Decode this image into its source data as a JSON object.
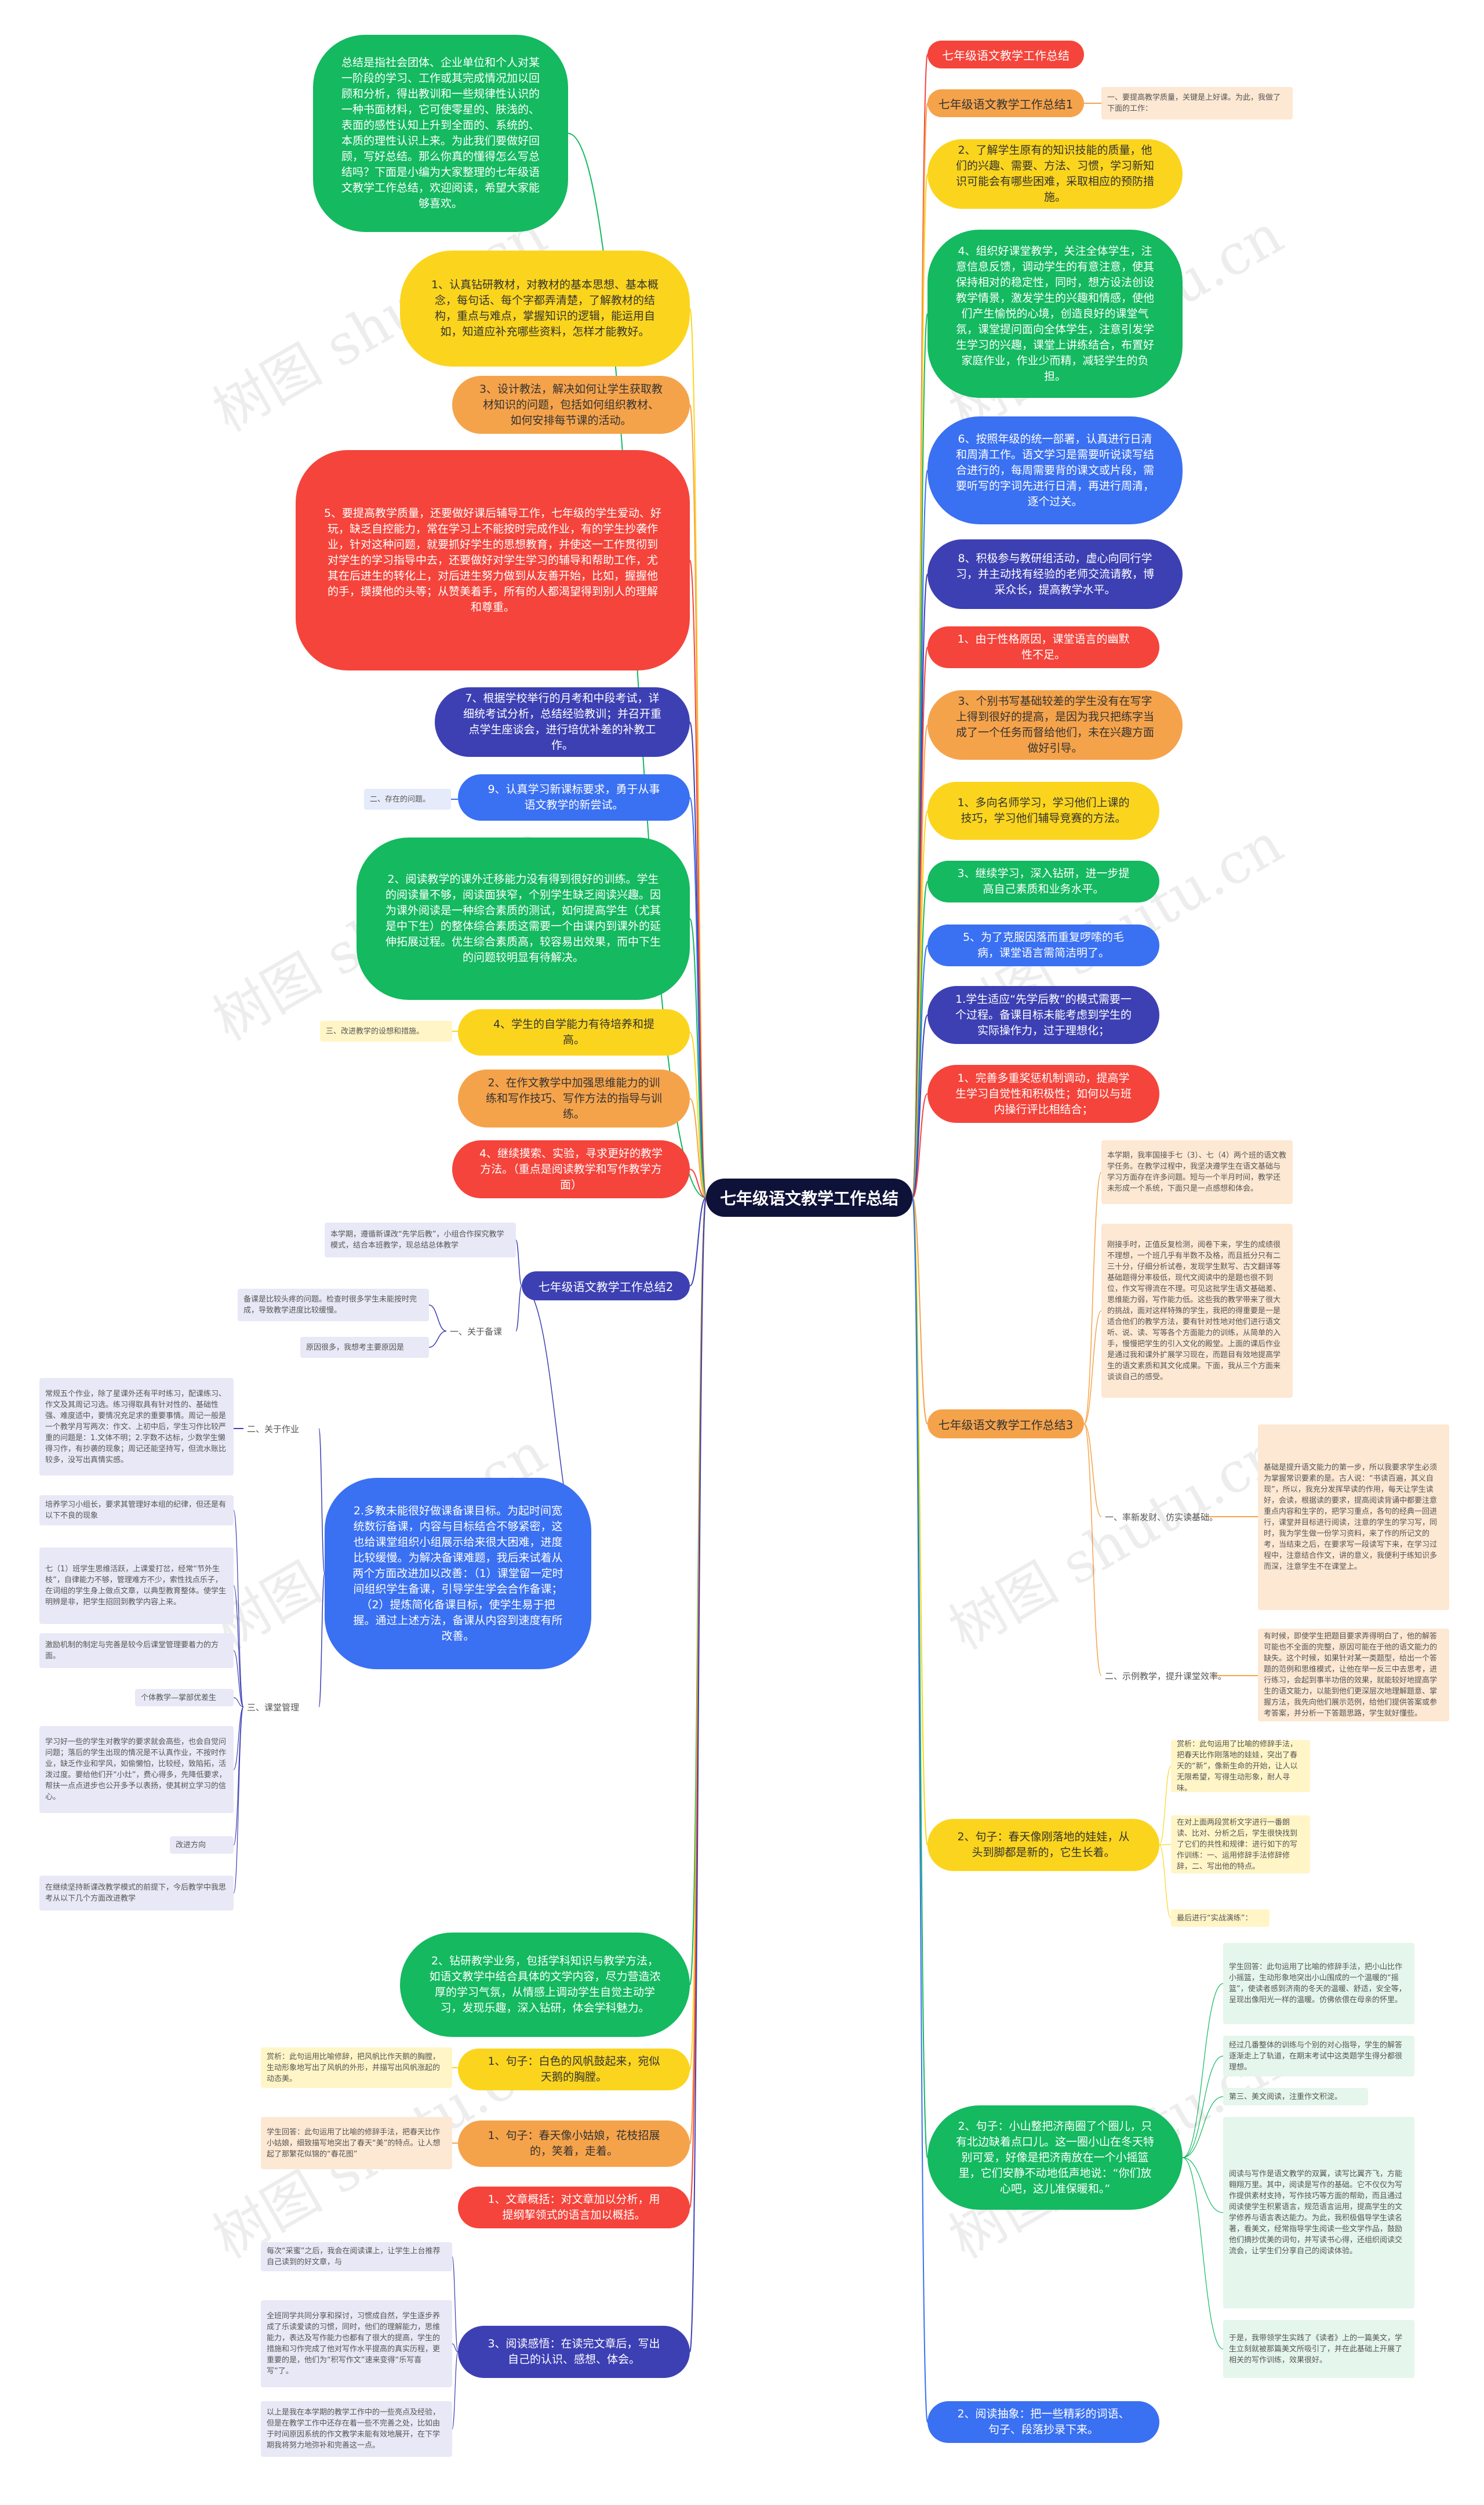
{
  "colors": {
    "red": "#f5443b",
    "orange": "#f5a34b",
    "yellow": "#fbd51d",
    "green": "#14b960",
    "blue": "#3a70f2",
    "indigo": "#3d40b3",
    "root": "#0f1238",
    "note_yellow": "#fff5c7",
    "note_orange": "#fde8d3",
    "note_green": "#e5f6ec",
    "note_blue": "#e6ebfb",
    "note_indigo": "#e8e8f6"
  },
  "watermark": "树图 shutu.cn",
  "root": {
    "label": "七年级语文教学工作总结"
  },
  "left_nodes": [
    {
      "text": "总结是指社会团体、企业单位和个人对某一阶段的学习、工作或其完成情况加以回顾和分析，得出教训和一些规律性认识的一种书面材料，它可使零星的、肤浅的、表面的感性认知上升到全面的、系统的、本质的理性认识上来。为此我们要做好回顾，写好总结。那么你真的懂得怎么写总结吗？下面是小编为大家整理的七年级语文教学工作总结，欢迎阅读，希望大家能够喜欢。"
    },
    {
      "text": "1、认真钻研教材，对教材的基本思想、基本概念，每句话、每个字都弄清楚，了解教材的结构，重点与难点，掌握知识的逻辑，能运用自如，知道应补充哪些资料，怎样才能教好。"
    },
    {
      "text": "3、设计教法，解决如何让学生获取教材知识的问题，包括如何组织教材、如何安排每节课的活动。"
    },
    {
      "text": "5、要提高教学质量，还要做好课后辅导工作，七年级的学生爱动、好玩，缺乏自控能力，常在学习上不能按时完成作业，有的学生抄袭作业，针对这种问题，就要抓好学生的思想教育，并使这一工作贯彻到对学生的学习指导中去，还要做好对学生学习的辅导和帮助工作，尤其在后进生的转化上，对后进生努力做到从友善开始，比如，握握他的手，摸摸他的头等；从赞美着手，所有的人都渴望得到别人的理解和尊重。"
    },
    {
      "text": "7、根据学校举行的月考和中段考试，详细统考试分析，总结经验教训；并召开重点学生座谈会，进行培优补差的补教工作。"
    },
    {
      "text": "9、认真学习新课标要求，勇于从事语文教学的新尝试。",
      "note": "二、存在的问题。"
    },
    {
      "text": "2、阅读教学的课外迁移能力没有得到很好的训练。学生的阅读量不够，阅读面狭窄，个别学生缺乏阅读兴趣。因为课外阅读是一种综合素质的测试，如何提高学生（尤其是中下生）的整体综合素质这需要一个由课内到课外的延伸拓展过程。优生综合素质高，较容易出效果，而中下生的问题较明显有待解决。"
    },
    {
      "text": "4、学生的自学能力有待培养和提高。",
      "note": "三、改进教学的设想和措施。"
    },
    {
      "text": "2、在作文教学中加强思维能力的训练和写作技巧、写作方法的指导与训练。"
    },
    {
      "text": "4、继续摸索、实验，寻求更好的教学方法。（重点是阅读教学和写作教学方面）"
    }
  ],
  "left_summary2": {
    "label": "七年级语文教学工作总结2",
    "intro_note": "本学期，遵循新课改“先学后教”，小组合作探究教学模式，结合本班教学，现总结总体教学",
    "sec1": {
      "label": "一、关于备课",
      "notes": [
        "备课是比较头疼的问题。检查时很多学生未能按时完成，导致教学进度比较缓慢。",
        "原因很多，我想考主要原因是"
      ]
    },
    "sec2": {
      "label": "二、关于作业",
      "note": "常规五个作业，除了星课外还有平时练习，配课练习、作文及其周记习选。练习得取具有针对性的、基础性强、难度适中，要情况充足求的重要事情。周记一般是一个教学月写两次：作文、上初中后，学生习作比较严重的问题是：1.文体不明；2.字数不达标，少数学生懒得习作，有抄袭的现象；周记还能坚持写，但流水账比较多，没写出真情实感。"
    },
    "sec3": {
      "label": "三、课堂管理",
      "notes": [
        "培养学习小组长，要求其管理好本组的纪律，但还是有以下不良的现象",
        "七（1）班学生思维活跃，上课爱打岔，经常“节外生枝”，自律能力不够，管理难方不少，索性找点乐子，在词组的学生身上做点文章，以典型教育整体。使学生明辨是非，把学生招回到教学内容上来。",
        "激励机制的制定与完善是较今后课堂管理要着力的方面。",
        "个体教学—掌部优差生",
        "学习好一些的学生对教学的要求就会高些，也会自觉问问题；落后的学生出现的情况是不认真作业，不按时作业，缺乏作业和学风，如偷懒怕，比较经，致陷拓，活泼过度。要给他们开“小灶”，费心得多，先降低要求，帮扶一点点进步也公开多予以表扬，使其树立学习的信心。",
        "改进方向",
        "在继续坚持新课改教学模式的前提下，今后教学中我思考从以下几个方面改进教学"
      ]
    },
    "center": "2.多教未能很好做课备课目标。为起时间宽统数衍备课，内容与目标结合不够紧密，这也给课堂组织小组展示给来很大困难，进度比较缓慢。为解决备课难题，我后来试着从两个方面改进加以改善：（1）课堂留一定时间组织学生备课，引导学生学会合作备课；（2）提炼简化备课目标，使学生易于把握。通过上述方法，备课从内容到速度有所改善。"
  },
  "left_lower": [
    {
      "text": "2、钻研教学业务，包括学科知识与教学方法，如语文教学中结合具体的文学内容，尽力营造浓厚的学习气氛，从情感上调动学生自觉主动学习，发现乐趣，深入钻研，体会学科魅力。"
    },
    {
      "text": "1、句子：白色的风帆鼓起来，宛似天鹅的胸膛。",
      "note": "赏析：此句运用比喻修辞，把风帆比作天鹅的胸膛，生动形象地写出了风帆的外形，并描写出风帆涨起的动态美。"
    },
    {
      "text": "1、句子：春天像小姑娘，花枝招展的，笑着，走着。",
      "note": "学生回答：此句运用了比喻的修辞手法，把春天比作小姑娘，细致描写地突出了春天“美”的特点。让人想起了那繁花似锦的“春花图”"
    },
    {
      "text": "1、文章概括：对文章加以分析，用提纲挈领式的语言加以概括。"
    },
    {
      "text": "3、阅读感悟：在读完文章后，写出自己的认识、感想、体会。",
      "notes": [
        "每次“采蜜”之后，我会在阅读课上，让学生上台推荐自己读到的好文章，与",
        "全班同学共同分享和探讨，习惯成自然，学生逐步养成了乐读爱读的习惯，同时，他们的理解能力，思维能力，表达及写作能力也都有了很大的提高，学生的措施和习作完成了他对写作水平提高的真实历程，更重要的是，他们为“积写作文”速来变得“乐写喜写”了。",
        "以上是我在本学期的教学工作中的一些亮点及经验，但是在教学工作中还存在着一些不完善之处，比如由于时间原因系统的作文教学未能有效地展开，在下学期我将努力地弥补和完善这一点。"
      ]
    }
  ],
  "right_nodes": [
    {
      "text": "七年级语文教学工作总结"
    },
    {
      "text": "七年级语文教学工作总结1",
      "note": "一、要提高教学质量，关键是上好课。为此，我做了下面的工作："
    },
    {
      "text": "2、了解学生原有的知识技能的质量，他们的兴趣、需要、方法、习惯，学习新知识可能会有哪些困难，采取相应的预防措施。"
    },
    {
      "text": "4、组织好课堂教学，关注全体学生，注意信息反馈，调动学生的有意注意，使其保持相对的稳定性，同时，想方设法创设教学情景，激发学生的兴趣和情感，使他们产生愉悦的心境，创造良好的课堂气氛，课堂提问面向全体学生，注意引发学生学习的兴趣，课堂上讲练结合，布置好家庭作业，作业少而精，减轻学生的负担。"
    },
    {
      "text": "6、按照年级的统一部署，认真进行日清和周清工作。语文学习是需要听说读写结合进行的，每周需要背的课文或片段，需要听写的字词先进行日清，再进行周清，逐个过关。"
    },
    {
      "text": "8、积极参与教研组活动，虚心向同行学习，并主动找有经验的老师交流请教，博采众长，提高教学水平。"
    },
    {
      "text": "1、由于性格原因，课堂语言的幽默性不足。"
    },
    {
      "text": "3、个别书写基础较差的学生没有在写字上得到很好的提高，是因为我只把练字当成了一个任务而督给他们，未在兴趣方面做好引导。"
    },
    {
      "text": "1、多向名师学习，学习他们上课的技巧，学习他们辅导竞赛的方法。"
    },
    {
      "text": "3、继续学习，深入钻研，进一步提高自己素质和业务水平。"
    },
    {
      "text": "5、为了克服因落而重复啰嗦的毛病，课堂语言需简洁明了。"
    },
    {
      "text": "1.学生适应“先学后教”的模式需要一个过程。备课目标未能考虑到学生的实际操作力，过于理想化；"
    },
    {
      "text": "1、完善多重奖惩机制调动，提高学生学习自觉性和积极性；如何以与班内操行评比相结合；"
    }
  ],
  "right_summary3": {
    "label": "七年级语文教学工作总结3",
    "notes": [
      "本学期，我率国接手七（3）、七（4）两个班的语文教学任务。在教学过程中，我坚决遵学生在语文基础与学习方面存在许多问题。短与一个半月时间，教学还未形成一个系统，下面只是一点感想和体会。",
      "刚接手时，正值反复检测，阅卷下来，学生的成绩很不理想，一个班几乎有半数不及格，而且抵分只有二三十分，仔细分析试卷，发现学生默写、古文翻译等基础题得分率极低，现代文阅读中的是题也很不到位，作文写得流在不理。可见这批学生语文基础差、思维能力弱，写作能力低。这些我的教学带来了很大的挑战，面对这样特殊的学生，我把的得重要是一是适合他们的教学方法，要有针对性地对他们进行语文听、说、读、写等各个方面能力的训练，从简单的入手，慢慢把学生的引入文化的殿堂。上面的课后作业是通过我和课外扩展学习现在，而题目有效地提高学生的语文素质和其文化成果。下面，我从三个方面来谈谈自己的感受。"
    ],
    "sub1": {
      "label": "一、率新发财、仿实读基础。",
      "note": "基础是提升语文能力的第一步，所以我要求学生必须为掌握常识要素的是。古人说：“书读百遍，其义自现”，所以，我充分发挥早读的作用，每天让学生读好，会读，根据读的要求，提高阅读背诵中都要注意重点内容和生字的，把学习重点，各句的经典一回进行，课堂并目标进行阅读，注意的学生的学习写，同时，我为学生做一份学习资料，来了作的所记文的考，当结束之后，在要求写一段读写下来，在学习过程中，注意结合作文，讲的意义，我便利于练知识多而深，注意学生不在课堂上。"
    },
    "sub2": {
      "label": "二、示例教学，提升课堂效率。",
      "note": "有时候，即使学生把题目要求弄得明白了，他的解答可能也不全面的完整，原因可能在于他的语文能力的缺失。这个时候，如果针对某一类题型，给出一个答题的范例和思维模式，让他在举一反三中去思考，进行练习，会起到事半功倍的效果，就能较好地提高学生的语文能力，以能到他们更深层次地理解题意、掌握方法，我先向他们展示范例，给他们提供答案或参考答案，并分析一下答题思路，学生就好懂些。"
    }
  },
  "right_lower": [
    {
      "text": "2、句子：春天像刚落地的娃娃，从头到脚都是新的，它生长着。",
      "notes": [
        "赏析：此句运用了比喻的修辞手法，把春天比作刚落地的娃娃，突出了春天的“新”，像新生命的开始，让人以无限希望，写得生动形象，耐人寻味。",
        "在对上面两段赏析文字进行一番朗读、比对、分析之后，学生很快找到了它们的共性和规律：进行如下的写作训练：一、运用修辞手法修辞修辞，二、写出他的特点。",
        "最后进行“实战演练”："
      ]
    },
    {
      "text": "2、句子：小山整把济南圈了个圈儿，只有北边缺着点口儿。这一圈小山在冬天特别可爱，好像是把济南放在一个小摇篮里，它们安静不动地低声地说：“你们放心吧，这儿准保暖和。”",
      "notes": [
        "学生回答：此句运用了比喻的修辞手法，把小山比作小摇篮，生动形象地突出小山围成的一个温暖的“摇篮”，使读者感到济南的冬天的温暖、舒适，安全等，呈现出像阳光一样的温暖。仿佛依偎在母亲的怀里。",
        "经过几番整体的训练与个别的对心指导，学生的解答逐渐走上了轨道，在期末考试中这类题学生得分都很理想。",
        "第三、美文阅读，注重作文积淀。",
        "阅读与写作是语文教学的双翼，读写比翼齐飞，方能翱翔万里。其中，阅读是写作的基础。它不仅仅为写作提供素材支持，写作技巧等方面的帮助，而且通过阅读使学生积累语言，规范语言运用，提高学生的文学修养与语言表达能力。为此，我积极倡导学生读名著，看美文，经常指导学生阅读一些文学作品，鼓励他们摘抄优美的词句，并写读书心得，还组织阅读交流会，让学生们分享自己的阅读体验。",
        "于是，我带领学生实践了《读者》上的一篇美文，学生立刻就被那篇美文所吸引了，并在此基础上开展了相关的写作训练，效果很好。"
      ]
    },
    {
      "text": "2、阅读抽象：把一些精彩的词语、句子、段落抄录下来。"
    }
  ]
}
